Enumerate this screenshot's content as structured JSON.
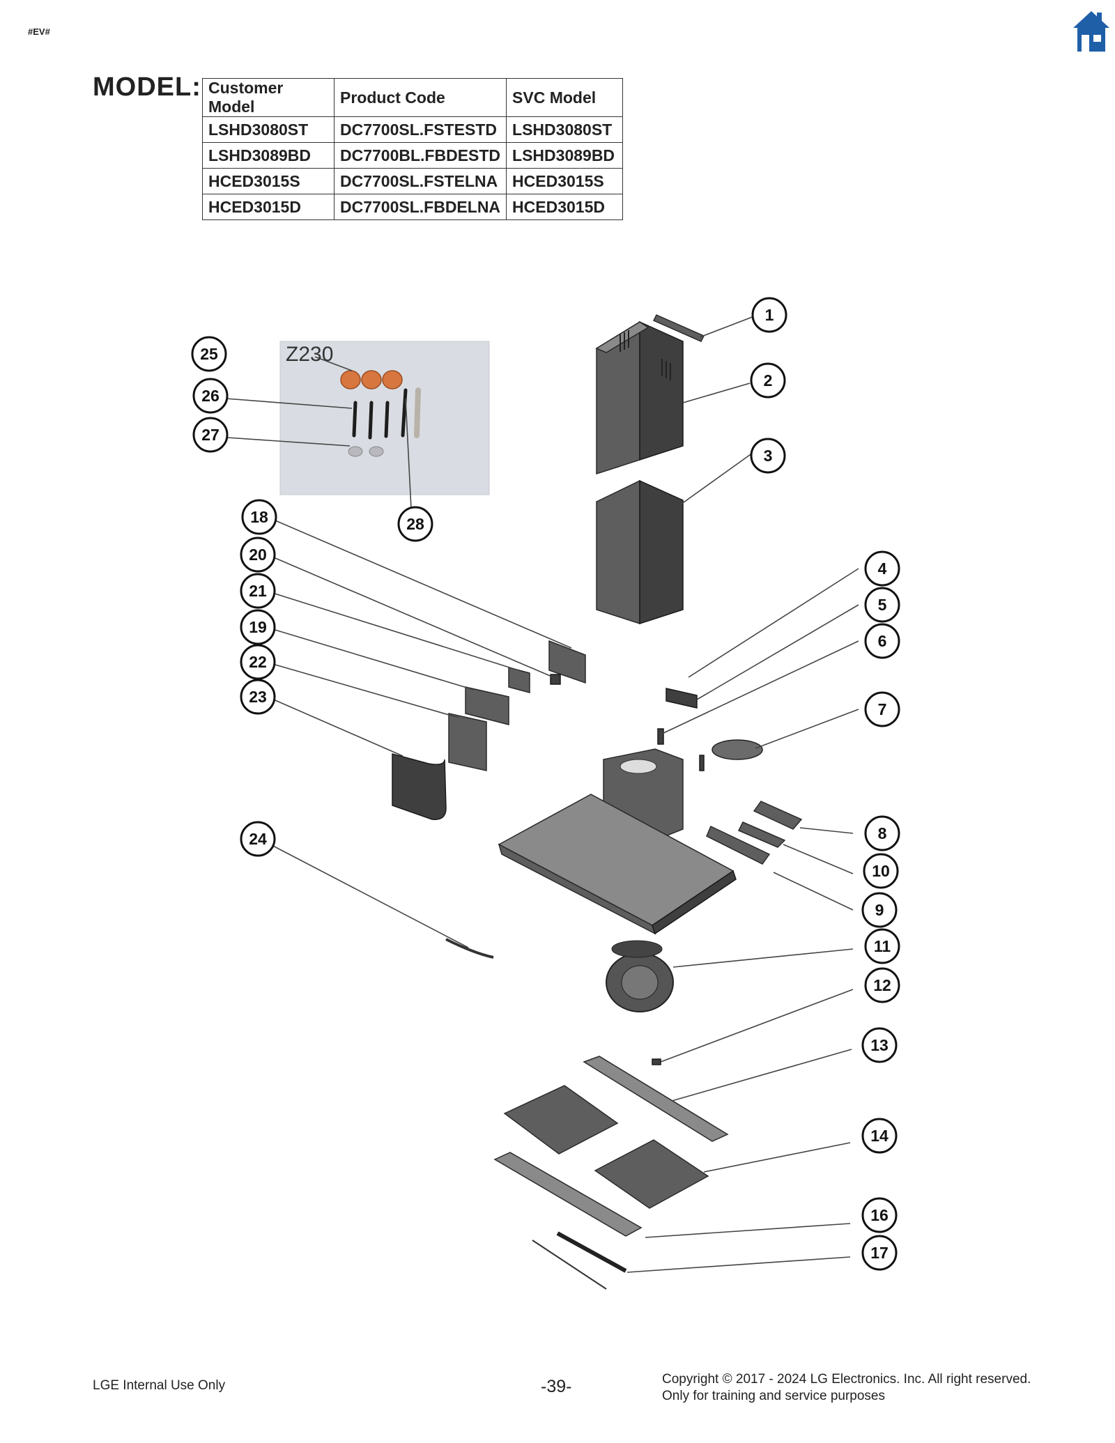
{
  "header": {
    "tag": "#EV#",
    "home_icon": "home-icon",
    "home_color": "#1f5fa8"
  },
  "model_label": "MODEL:",
  "table": {
    "headers": [
      "Customer Model",
      "Product Code",
      "SVC Model"
    ],
    "rows": [
      [
        "LSHD3080ST",
        "DC7700SL.FSTESTD",
        "LSHD3080ST"
      ],
      [
        "LSHD3089BD",
        "DC7700BL.FBDESTD",
        "LSHD3089BD"
      ],
      [
        "HCED3015S",
        "DC7700SL.FSTELNA",
        "HCED3015S"
      ],
      [
        "HCED3015D",
        "DC7700SL.FBDELNA",
        "HCED3015D"
      ]
    ]
  },
  "diagram": {
    "photo_label": "Z230",
    "callouts": [
      "1",
      "2",
      "3",
      "4",
      "5",
      "6",
      "7",
      "8",
      "9",
      "10",
      "11",
      "12",
      "13",
      "14",
      "16",
      "17",
      "18",
      "19",
      "20",
      "21",
      "22",
      "23",
      "24",
      "25",
      "26",
      "27",
      "28"
    ]
  },
  "footer": {
    "left": "LGE Internal Use Only",
    "page": "-39-",
    "copyright": "Copyright © 2017 - 2024 LG Electronics. Inc. All right reserved.",
    "purpose": "Only for training and service purposes"
  }
}
